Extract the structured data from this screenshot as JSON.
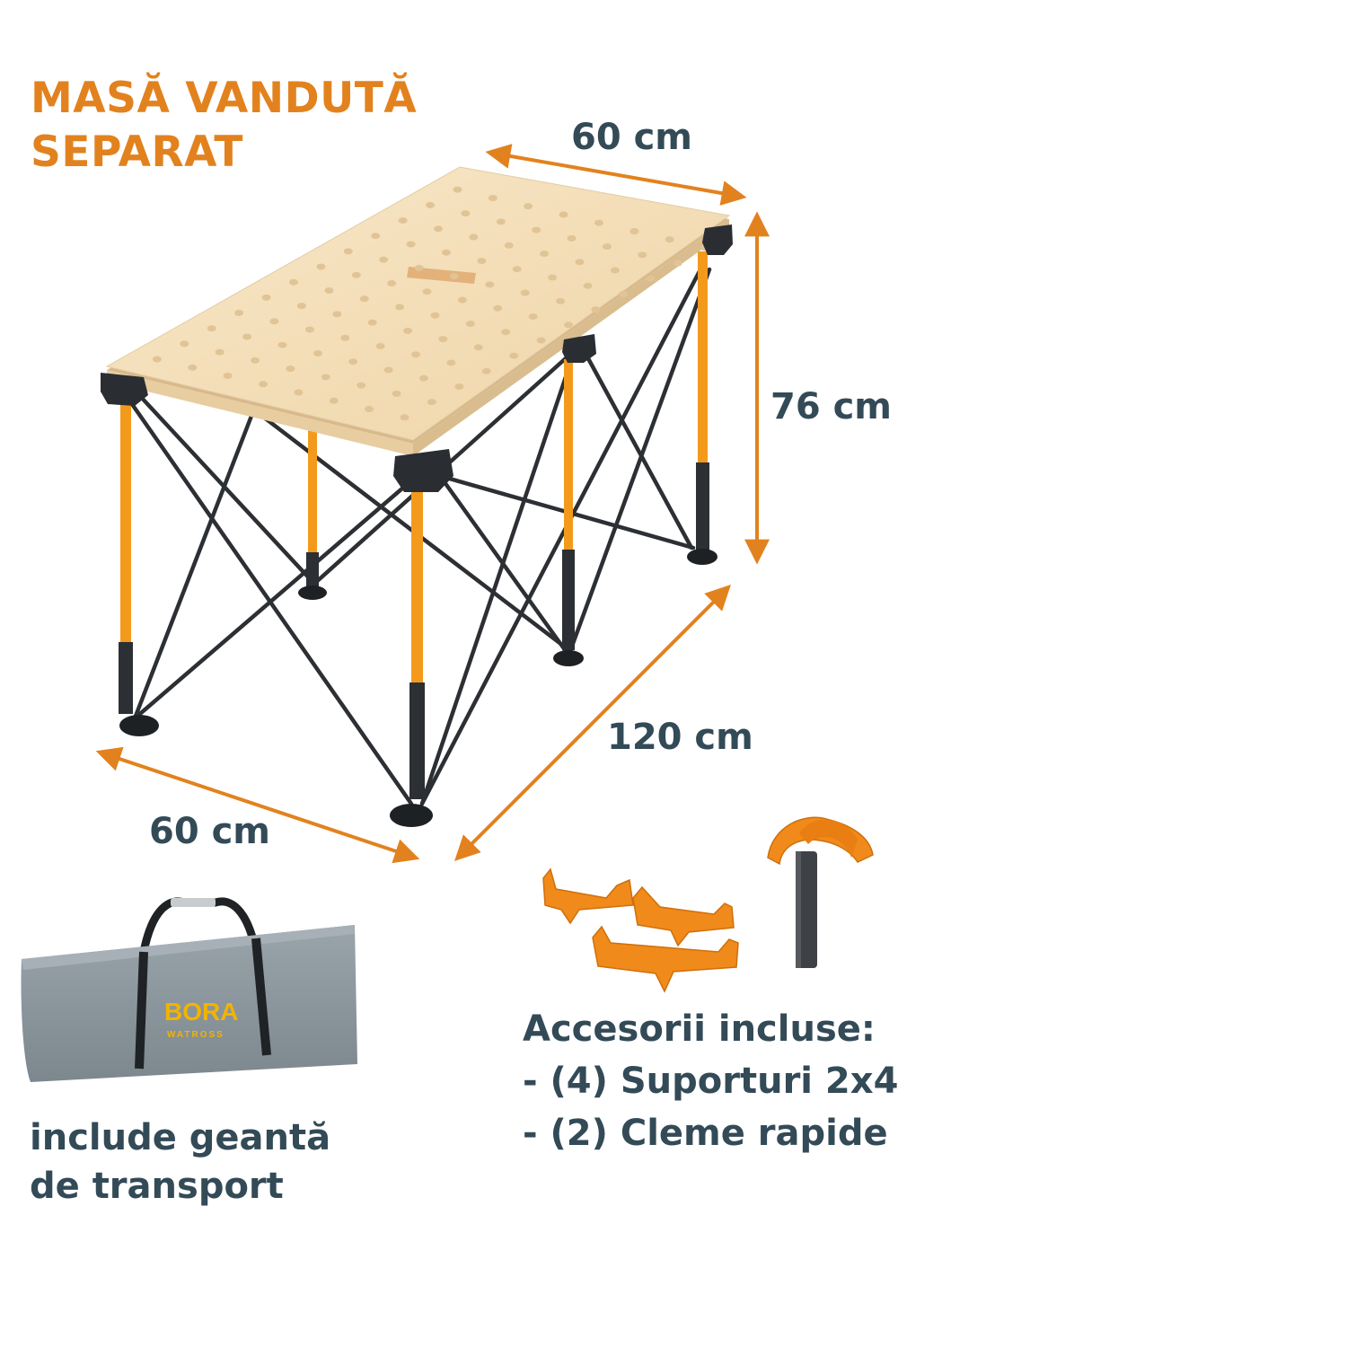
{
  "heading": {
    "line1": "MASĂ VANDUTĂ",
    "line2": "SEPARAT"
  },
  "dimensions": {
    "top_width": "60 cm",
    "height": "76 cm",
    "length": "120 cm",
    "front_width": "60 cm"
  },
  "bag": {
    "brand": "BORA",
    "brand_sub": "WATROSS",
    "caption_line1": "include geantă",
    "caption_line2": "de transport"
  },
  "accessories": {
    "title": "Accesorii incluse:",
    "items": [
      "- (4) Suporturi 2x4",
      "- (2) Cleme rapide"
    ]
  },
  "colors": {
    "accent_orange": "#e2821e",
    "text_slate": "#334a57",
    "tabletop": "#f6e2c0",
    "frame_dark": "#2c2f33",
    "bag_gray": "#8b969d"
  }
}
